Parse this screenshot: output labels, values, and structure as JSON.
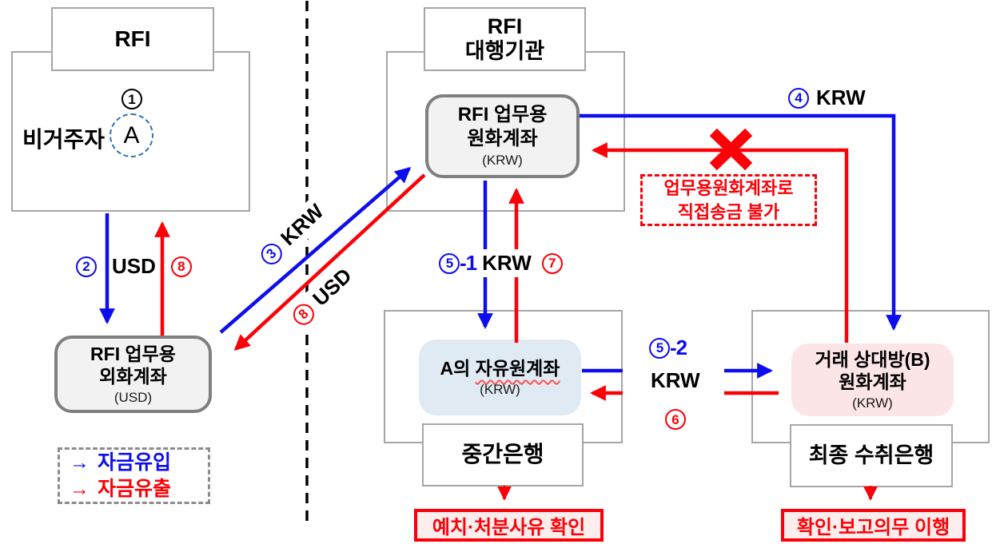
{
  "colors": {
    "inflow_blue": "#0d0dee",
    "outflow_red": "#fb0006",
    "box_border_gray": "#a6a6a6",
    "account_border_gray": "#7f7f7f",
    "account_fill_gray": "#f2f2f2",
    "a_account_fill_blue": "#dfeaf3",
    "b_account_fill_pink": "#fce5e6",
    "warning_fill_pink": "#fdeeee",
    "dashed_circle_blue": "#2e74b5"
  },
  "left_section": {
    "title": "RFI",
    "actor_label": "비거주자",
    "entity_label": "A",
    "step_badge": "1",
    "usd_flow": {
      "inflow_step": "2",
      "currency": "USD",
      "outflow_step": "8"
    },
    "fx_account": {
      "line1": "RFI 업무용",
      "line2": "외화계좌",
      "currency": "(USD)"
    },
    "legend": {
      "inflow_arrow": "→",
      "inflow_label": "자금유입",
      "outflow_arrow": "→",
      "outflow_label": "자금유출"
    }
  },
  "exchange_flows": {
    "krw_in": {
      "step": "3",
      "currency": "KRW"
    },
    "usd_out": {
      "step": "8",
      "currency": "USD"
    }
  },
  "center_section": {
    "title_line1": "RFI",
    "title_line2": "대행기관",
    "krw_account": {
      "line1": "RFI 업무용",
      "line2": "원화계좌",
      "currency": "(KRW)"
    },
    "vertical_flow": {
      "inflow_step": "5",
      "inflow_suffix": "-1",
      "currency": "KRW",
      "outflow_step": "7"
    },
    "free_won_account": {
      "owner_prefix": "A의",
      "name": "자유원계좌",
      "currency": "(KRW)"
    },
    "bank_label": "중간은행",
    "warning_label": "예치·처분사유 확인"
  },
  "transfer_flows": {
    "top": {
      "step": "4",
      "currency": "KRW"
    },
    "blocked_notice": {
      "line1": "업무용원화계좌로",
      "line2": "직접송금 불가"
    },
    "middle": {
      "inflow_step": "5",
      "inflow_suffix": "-2",
      "currency": "KRW",
      "outflow_step": "6"
    }
  },
  "right_section": {
    "b_account": {
      "line1": "거래 상대방(B)",
      "line2": "원화계좌",
      "currency": "(KRW)"
    },
    "bank_label": "최종 수취은행",
    "warning_label": "확인·보고의무 이행"
  }
}
